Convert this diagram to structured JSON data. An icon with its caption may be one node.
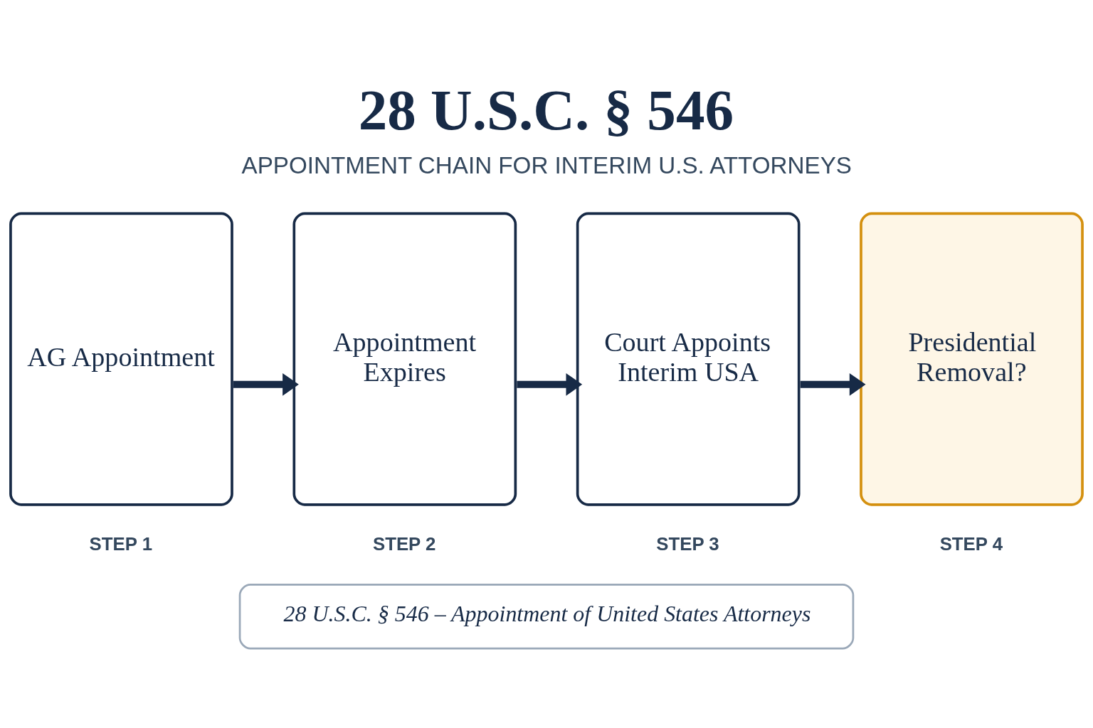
{
  "diagram": {
    "title": "28 U.S.C. § 546",
    "nodes": [
      {
        "text": [
          "AG Appointment"
        ],
        "beside": [
          "STEP 1"
        ]
      },
      {
        "text": [
          "Appointment Expires"
        ],
        "beside": [
          "STEP 2"
        ]
      },
      {
        "text": [
          "Court Appoints Interim USA"
        ],
        "beside": [
          "STEP 3"
        ]
      },
      {
        "text": [
          "Presidential Removal?"
        ],
        "beside": [
          "STEP 4"
        ]
      },
      {
        "text": [
          "28 U.S.C. § 546 – Appointment of United States Attorneys"
        ]
      }
    ],
    "edges": [
      {
        "from": 0,
        "to": 1,
        "arrow": "to"
      },
      {
        "from": 1,
        "to": 2,
        "arrow": "to"
      },
      {
        "from": 2,
        "to": 3,
        "arrow": "to"
      }
    ],
    "labels": [
      "APPOINTMENT CHAIN FOR INTERIM U.S. ATTORNEYS"
    ]
  }
}
